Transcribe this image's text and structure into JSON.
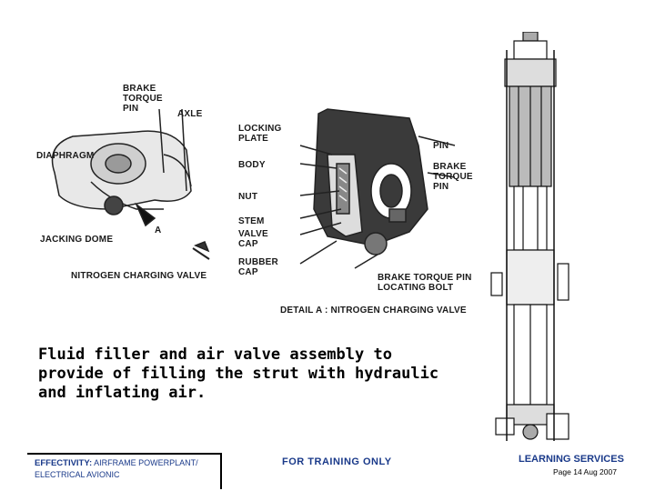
{
  "diagram": {
    "labels": {
      "brake_torque_pin_left": "BRAKE\nTORQUE\nPIN",
      "axle": "AXLE",
      "diaphragm": "DIAPHRAGM",
      "jacking_dome": "JACKING DOME",
      "a_marker": "A",
      "nitrogen_charging_valve": "NITROGEN CHARGING VALVE",
      "locking_plate": "LOCKING\nPLATE",
      "body": "BODY",
      "nut": "NUT",
      "stem": "STEM",
      "valve_cap": "VALVE\nCAP",
      "rubber_cap": "RUBBER\nCAP",
      "pin": "PIN",
      "brake_torque_pin_right": "BRAKE\nTORQUE\nPIN",
      "brake_torque_pin_locating_bolt": "BRAKE TORQUE PIN\nLOCATING BOLT",
      "detail_a": "DETAIL A : NITROGEN CHARGING VALVE"
    }
  },
  "caption": "Fluid filler and air valve assembly to provide of filling the strut with hydraulic and inflating air.",
  "footer": {
    "effectivity_label": "EFFECTIVITY:",
    "effectivity_text": "AIRFRAME POWERPLANT/",
    "effectivity_text2": "ELECTRICAL AVIONIC",
    "training": "FOR TRAINING ONLY",
    "learning_services": "LEARNING SERVICES",
    "page_info": "Page 14 Aug 2007"
  },
  "colors": {
    "footer_blue": "#1a3a8a"
  }
}
